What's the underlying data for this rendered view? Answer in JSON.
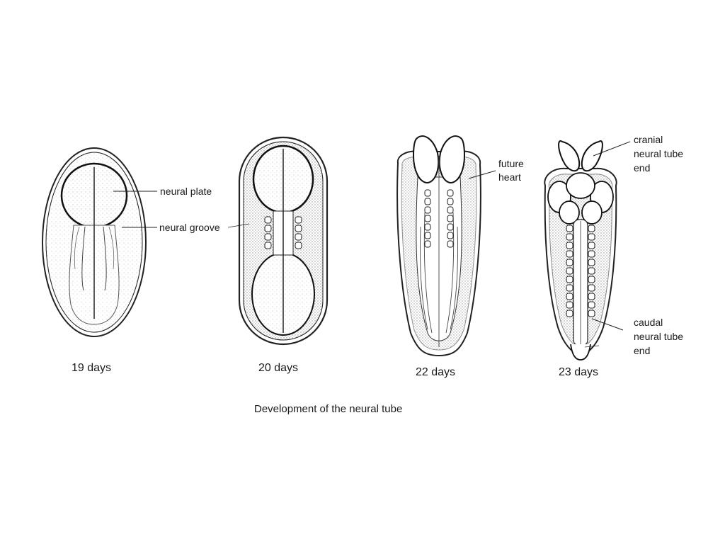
{
  "caption": "Development of the neural tube",
  "stages": [
    {
      "id": "stage-19",
      "label": "19 days"
    },
    {
      "id": "stage-20",
      "label": "20 days"
    },
    {
      "id": "stage-22",
      "label": "22 days"
    },
    {
      "id": "stage-23",
      "label": "23 days"
    }
  ],
  "annotations": {
    "neural_plate": "neural plate",
    "neural_groove": "neural groove",
    "future_heart": [
      "future",
      "heart"
    ],
    "cranial_end": [
      "cranial",
      "neural tube",
      "end"
    ],
    "caudal_end": [
      "caudal",
      "neural tube",
      "end"
    ]
  }
}
